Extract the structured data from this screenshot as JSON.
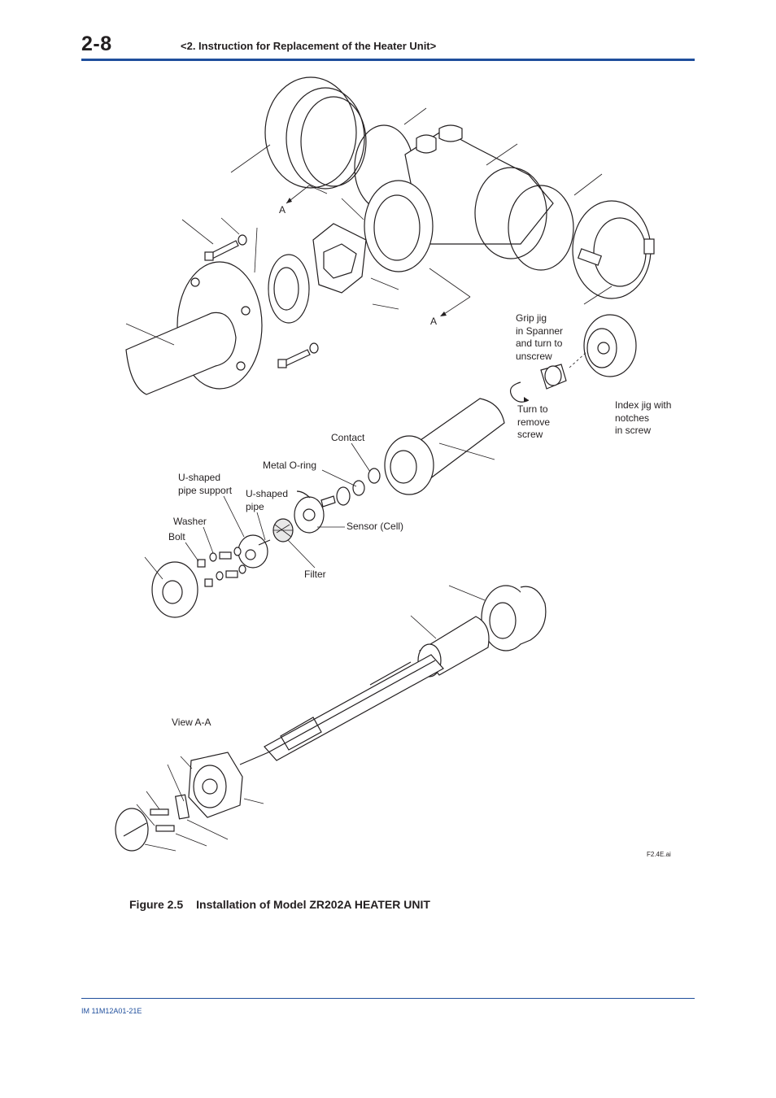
{
  "header": {
    "page_number": "2-8",
    "chapter_title": "<2. Instruction for Replacement of the Heater Unit>"
  },
  "figure": {
    "caption_number": "Figure 2.5",
    "caption_text": "Installation of Model ZR202A HEATER UNIT",
    "file_tag": "F2.4E.ai",
    "labels": {
      "section_a_top": "A",
      "section_a_bottom": "A",
      "grip_jig": "Grip jig\nin Spanner\nand turn to\nunscrew",
      "turn_to_remove": "Turn to\nremove\nscrew",
      "index_jig": "Index jig with\nnotches\nin screw",
      "contact": "Contact",
      "metal_o_ring": "Metal O-ring",
      "u_shaped_pipe_support": "U-shaped\npipe support",
      "u_shaped_pipe": "U-shaped\npipe",
      "washer": "Washer",
      "bolt": "Bolt",
      "sensor_cell": "Sensor (Cell)",
      "filter": "Filter",
      "view_a_a": "View A-A"
    }
  },
  "footer": {
    "document_id": "IM 11M12A01-21E"
  }
}
